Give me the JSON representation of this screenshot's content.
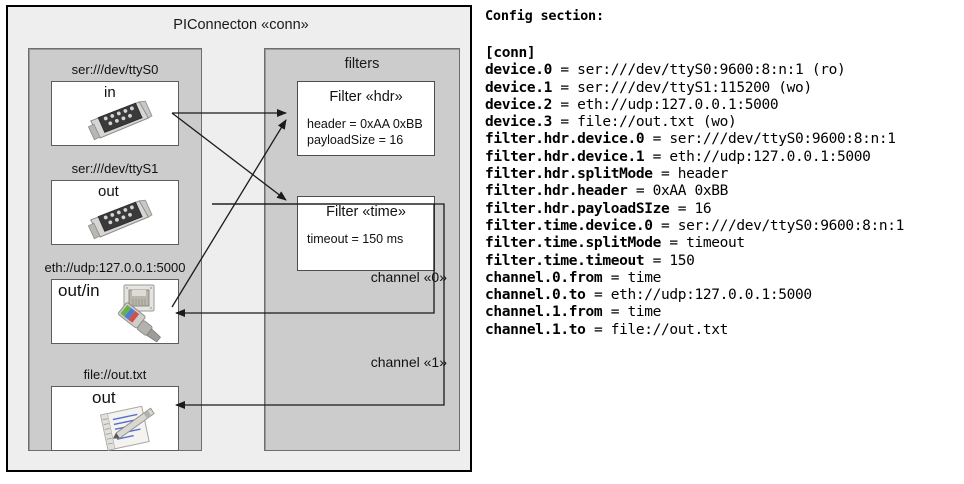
{
  "diagram": {
    "title": "PIConnecton «conn»",
    "devices_panel": {
      "nodes": [
        {
          "caption": "ser:///dev/ttyS0",
          "label": "in",
          "icon": "serial-port-icon"
        },
        {
          "caption": "ser:///dev/ttyS1",
          "label": "out",
          "icon": "serial-port-icon"
        },
        {
          "caption": "eth://udp:127.0.0.1:5000",
          "label": "out/in",
          "icon": "ethernet-jack-icon"
        },
        {
          "caption": "file://out.txt",
          "label": "out",
          "icon": "text-file-icon"
        }
      ]
    },
    "filters_panel": {
      "title": "filters",
      "filters": [
        {
          "title": "Filter «hdr»",
          "props": [
            "header = 0xAA 0xBB",
            "payloadSize = 16"
          ]
        },
        {
          "title": "Filter «time»",
          "props": [
            "timeout = 150 ms"
          ]
        }
      ],
      "channels": [
        {
          "label": "channel «0»"
        },
        {
          "label": "channel «1»"
        }
      ]
    }
  },
  "config": {
    "heading": "Config section:",
    "lines": [
      {
        "key": "[conn]",
        "value": ""
      },
      {
        "key": "device.0",
        "value": " = ser:///dev/ttyS0:9600:8:n:1 (ro)"
      },
      {
        "key": "device.1",
        "value": " = ser:///dev/ttyS1:115200 (wo)"
      },
      {
        "key": "device.2",
        "value": " = eth://udp:127.0.0.1:5000"
      },
      {
        "key": "device.3",
        "value": " = file://out.txt (wo)"
      },
      {
        "key": "filter.hdr.device.0",
        "value": " = ser:///dev/ttyS0:9600:8:n:1"
      },
      {
        "key": "filter.hdr.device.1",
        "value": " = eth://udp:127.0.0.1:5000"
      },
      {
        "key": "filter.hdr.splitMode",
        "value": " = header"
      },
      {
        "key": "filter.hdr.header",
        "value": " = 0xAA 0xBB"
      },
      {
        "key": "filter.hdr.payloadSIze",
        "value": " = 16"
      },
      {
        "key": "filter.time.device.0",
        "value": " = ser:///dev/ttyS0:9600:8:n:1"
      },
      {
        "key": "filter.time.splitMode",
        "value": " = timeout"
      },
      {
        "key": "filter.time.timeout",
        "value": " = 150"
      },
      {
        "key": "channel.0.from",
        "value": " = time"
      },
      {
        "key": "channel.0.to",
        "value": " = eth://udp:127.0.0.1:5000"
      },
      {
        "key": "channel.1.from",
        "value": " = time"
      },
      {
        "key": "channel.1.to",
        "value": " = file://out.txt"
      }
    ]
  },
  "colors": {
    "page_background": "#ffffff",
    "outer_panel": "#eeeeee",
    "sub_panel": "#cccccc",
    "node_box": "#ffffff",
    "line": "#1a1a1a",
    "text": "#111111"
  }
}
